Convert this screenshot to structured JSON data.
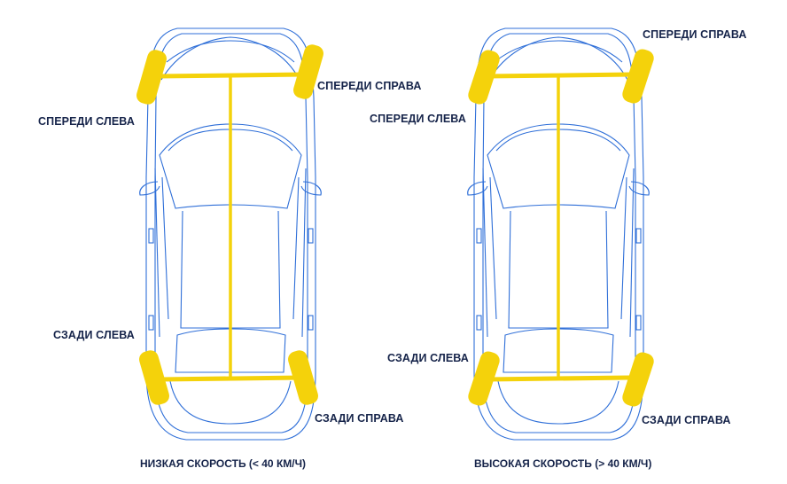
{
  "diagrams": [
    {
      "caption": "НИЗКАЯ СКОРОСТЬ (< 40 КМ/Ч)",
      "labels": {
        "front_left": "СПЕРЕДИ СЛЕВА",
        "front_right": "СПЕРЕДИ СПРАВА",
        "rear_left": "СЗАДИ СЛЕВА",
        "rear_right": "СЗАДИ СПРАВА"
      },
      "steering": "front and rear wheels turned in opposite directions"
    },
    {
      "caption": "ВЫСОКАЯ СКОРОСТЬ (> 40 КМ/Ч)",
      "labels": {
        "front_left": "СПЕРЕДИ СЛЕВА",
        "front_right": "СПЕРЕДИ СПРАВА",
        "rear_left": "СЗАДИ СЛЕВА",
        "rear_right": "СЗАДИ СПРАВА"
      },
      "steering": "front and rear wheels turned in the same direction"
    }
  ],
  "colors": {
    "car_outline": "#2f6fd8",
    "wheel_highlight": "#f4d20b",
    "label_text": "#16244a"
  }
}
